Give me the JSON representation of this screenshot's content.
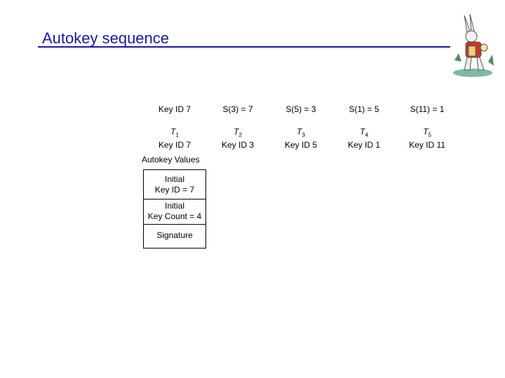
{
  "title": "Autokey sequence",
  "header_row": [
    "Key ID 7",
    "S(3) = 7",
    "S(5) = 3",
    "S(1) = 5",
    "S(11) = 1"
  ],
  "token_row": [
    {
      "t": "T",
      "sub": "1",
      "key": "Key ID 7"
    },
    {
      "t": "T",
      "sub": "2",
      "key": "Key ID 3"
    },
    {
      "t": "T",
      "sub": "3",
      "key": "Key ID 5"
    },
    {
      "t": "T",
      "sub": "4",
      "key": "Key ID 1"
    },
    {
      "t": "T",
      "sub": "5",
      "key": "Key ID 11"
    }
  ],
  "autokey_values": {
    "title": "Autokey Values",
    "cells": [
      {
        "line1": "Initial",
        "line2": "Key ID = 7"
      },
      {
        "line1": "Initial",
        "line2": "Key Count = 4"
      },
      {
        "line1": "Signature",
        "line2": ""
      }
    ]
  },
  "colors": {
    "title": "#1a1a9c",
    "rule": "#1a1aa8"
  },
  "logo_icon": "white-rabbit-icon"
}
